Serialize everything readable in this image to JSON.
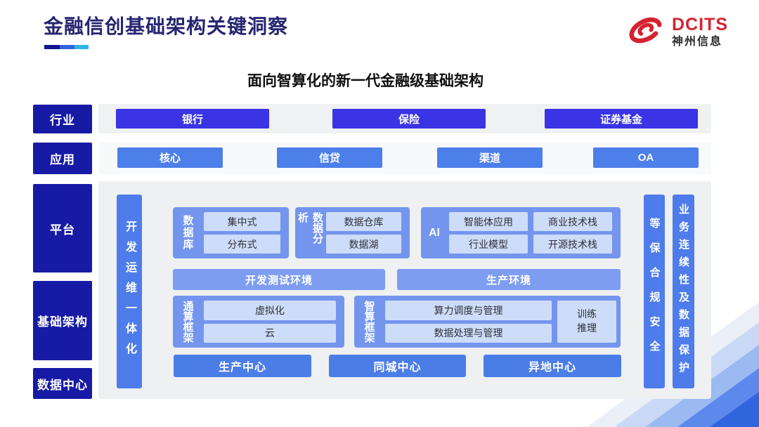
{
  "header": {
    "title": "金融信创基础架构关键洞察",
    "logo": {
      "brand": "DCITS",
      "company": "神州信息"
    }
  },
  "subtitle": "面向智算化的新一代金融级基础架构",
  "layers": {
    "industry": {
      "label": "行业",
      "items": [
        "银行",
        "保险",
        "证券基金"
      ]
    },
    "application": {
      "label": "应用",
      "items": [
        "核心",
        "信贷",
        "渠道",
        "OA"
      ]
    },
    "platform": {
      "label": "平台"
    },
    "infrastructure": {
      "label": "基础架构"
    },
    "datacenter": {
      "label": "数据中心"
    }
  },
  "arch": {
    "devops_bar": "开发运维一体化",
    "security_bar": "等保合规安全",
    "continuity_bar": "业务连续性及数据保护",
    "database": {
      "label": "数据库",
      "items": [
        "集中式",
        "分布式"
      ]
    },
    "analytics": {
      "label": "数据分析",
      "items": [
        "数据仓库",
        "数据湖"
      ]
    },
    "ai": {
      "label": "AI",
      "items": [
        "智能体应用",
        "商业技术栈",
        "行业模型",
        "开源技术栈"
      ]
    },
    "environments": [
      "开发测试环境",
      "生产环境"
    ],
    "general_compute": {
      "label": "通算框架",
      "items": [
        "虚拟化",
        "云"
      ]
    },
    "intelligent_compute": {
      "label": "智算框架",
      "items": [
        "算力调度与管理",
        "数据处理与管理"
      ],
      "side_box": [
        "训练",
        "推理"
      ]
    },
    "centers": [
      "生产中心",
      "同城中心",
      "异地中心"
    ]
  },
  "colors": {
    "navy_label": "#171aa4",
    "industry_box": "#3a34e4",
    "app_box": "#4c7fe9",
    "bar_blue": "#4e7ceb",
    "block_blue": "#7495ee",
    "env_blue": "#7e9df1",
    "sub_box": "#cddcf8",
    "center_blue": "#4b7de7",
    "logo_red": "#d42330",
    "title_navy": "#252570",
    "underline": [
      "#0f1792",
      "#2e63dc",
      "#2eb4e9"
    ]
  }
}
